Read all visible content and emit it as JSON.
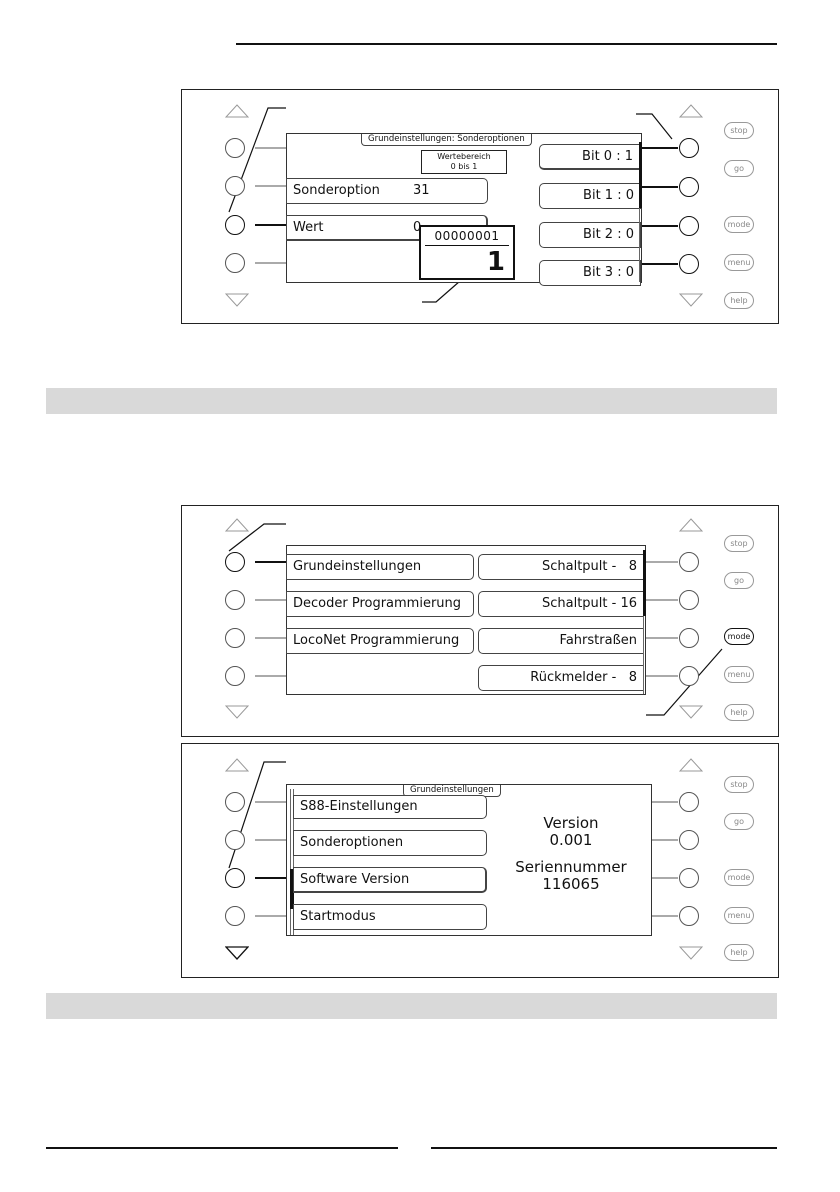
{
  "panel1": {
    "screen_title": "Grundeinstellungen: Sonderoptionen",
    "range_label_line1": "Wertebereich",
    "range_label_line2": "0 bis 1",
    "rows": [
      {
        "label": "Sonderoption",
        "value": "31"
      },
      {
        "label": "Wert",
        "value": "0"
      }
    ],
    "bits": [
      "Bit 0 : 1",
      "Bit 1 : 0",
      "Bit 2 : 0",
      "Bit 3 : 0"
    ],
    "popup_binary": "00000001",
    "popup_value": "1",
    "buttons": [
      "stop",
      "go",
      "mode",
      "menu",
      "help"
    ]
  },
  "panel2": {
    "left_items": [
      "Grundeinstellungen",
      "Decoder Programmierung",
      "LocoNet Programmierung"
    ],
    "right_items": [
      "Schaltpult -   8",
      "Schaltpult - 16",
      "Fahrstraßen",
      "Rückmelder -   8"
    ],
    "buttons": [
      "stop",
      "go",
      "mode",
      "menu",
      "help"
    ],
    "active_button": "mode"
  },
  "panel3": {
    "screen_title": "Grundeinstellungen",
    "left_items": [
      "S88-Einstellungen",
      "Sonderoptionen",
      "Software Version",
      "Startmodus"
    ],
    "info": {
      "version_label": "Version",
      "version_value": "0.001",
      "serial_label": "Seriennummer",
      "serial_value": "116065"
    },
    "buttons": [
      "stop",
      "go",
      "mode",
      "menu",
      "help"
    ]
  },
  "icons": {
    "up": "triangle-up-icon",
    "down": "triangle-down-icon",
    "knob": "rotary-knob-icon"
  }
}
